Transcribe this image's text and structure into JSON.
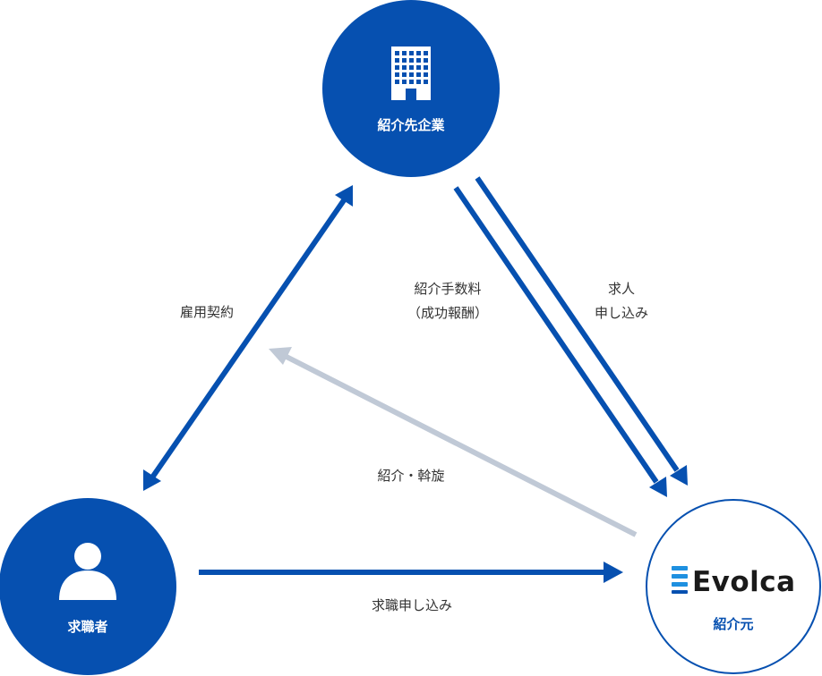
{
  "colors": {
    "primary": "#0650b0",
    "muted_arrow": "#c0c9d6",
    "text": "#333333",
    "white": "#ffffff"
  },
  "nodes": {
    "company": {
      "label": "紹介先企業",
      "icon": "office-building-icon"
    },
    "jobseeker": {
      "label": "求職者",
      "icon": "person-icon"
    },
    "agency": {
      "logo_text": "Evolca",
      "label": "紹介元",
      "icon": "evolca-logo-icon"
    }
  },
  "edges": {
    "employment_contract": {
      "label": "雇用契約"
    },
    "referral_fee": {
      "label_line1": "紹介手数料",
      "label_line2": "（成功報酬）"
    },
    "job_posting": {
      "label_line1": "求人",
      "label_line2": "申し込み"
    },
    "introduction": {
      "label": "紹介・斡旋"
    },
    "job_application": {
      "label": "求職申し込み"
    }
  }
}
